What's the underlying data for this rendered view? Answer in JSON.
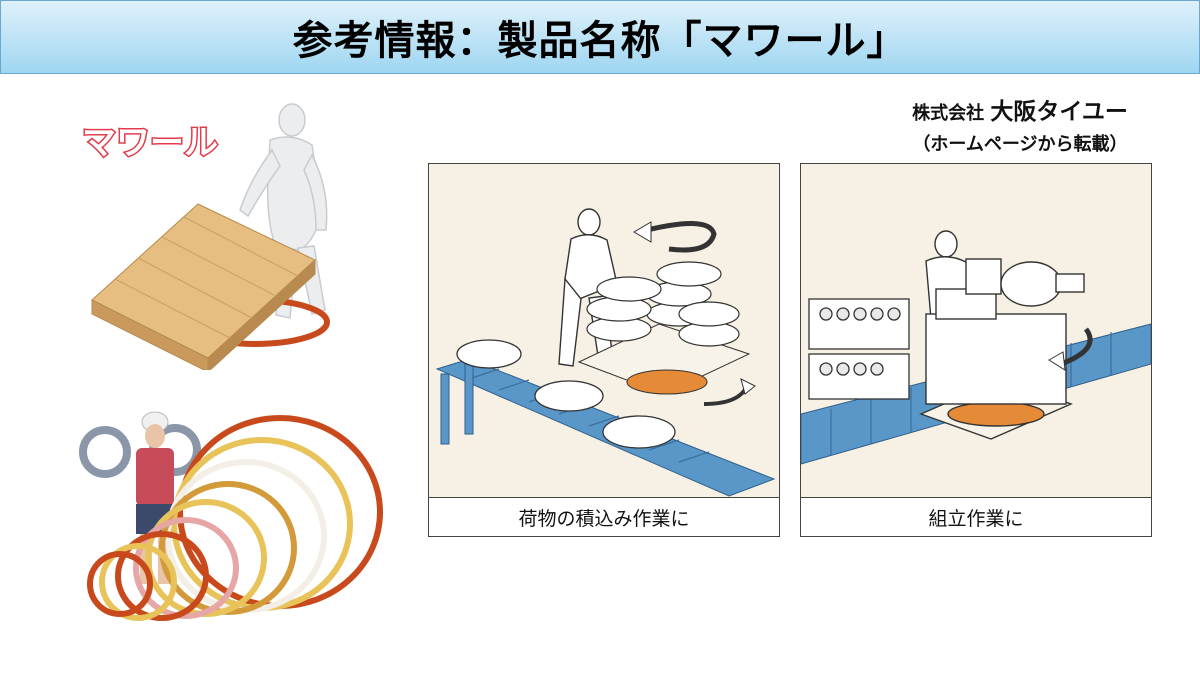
{
  "header": {
    "title": "参考情報：製品名称「マワール」"
  },
  "source": {
    "company_prefix": "株式会社",
    "company_name": "大阪タイユー",
    "note": "（ホームページから転載）"
  },
  "product_logo": {
    "text": "マワール",
    "color": "#e23b4b"
  },
  "panels": [
    {
      "caption": "荷物の積込み作業に"
    },
    {
      "caption": "組立作業に"
    }
  ],
  "colors": {
    "header_top": "#dff1fb",
    "header_bottom": "#9fd6f1",
    "conveyor": "#5a97c9",
    "ring_orange": "#c84a1c",
    "ring_yellow": "#e8c35a",
    "ring_white": "#f3efe6"
  }
}
